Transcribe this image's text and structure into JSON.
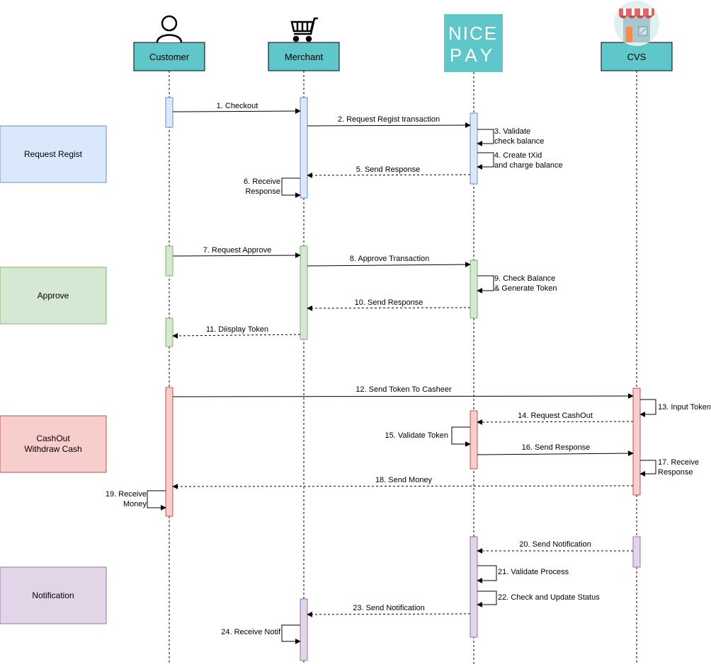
{
  "participants": {
    "customer": "Customer",
    "merchant": "Merchant",
    "nicepay_logo_line1": "NICE",
    "nicepay_logo_line2": "PAY",
    "cvs": "CVS"
  },
  "phases": {
    "request_regist": "Request Regist",
    "approve": "Approve",
    "cashout_line1": "CashOut",
    "cashout_line2": "Withdraw Cash",
    "notification": "Notification"
  },
  "messages": {
    "m1": "1. Checkout",
    "m2": "2. Request Regist transaction",
    "m3a": "3. Validate",
    "m3b": "check balance",
    "m4a": "4. Create tXid",
    "m4b": "and charge balance",
    "m5": "5. Send Response",
    "m6a": "6. Receive",
    "m6b": "Response",
    "m7": "7. Request Approve",
    "m8": "8. Approve Transaction",
    "m9a": "9. Check Balance",
    "m9b": "& Generate Token",
    "m10": "10. Send Response",
    "m11": "11. Diisplay Token",
    "m12": "12. Send Token To Casheer",
    "m13": "13. Input Token",
    "m14": "14. Request CashOut",
    "m15": "15. Validate Token",
    "m16": "16. Send Response",
    "m17a": "17. Receive",
    "m17b": "Response",
    "m18": "18. Send Money",
    "m19a": "19. Receive",
    "m19b": "Money",
    "m20": "20. Send Notification",
    "m21": "21. Validate Process",
    "m22": "22. Check and Update Status",
    "m23": "23. Send Notification",
    "m24": "24. Receive Notif"
  },
  "colors": {
    "participant_fill": "#5fc7c9",
    "phase_blue": "#dae8fc",
    "phase_blue_border": "#6c8ebf",
    "phase_green": "#d5e8d4",
    "phase_green_border": "#82b366",
    "phase_red": "#f8cecc",
    "phase_red_border": "#b85450",
    "phase_purple": "#e1d5e7",
    "phase_purple_border": "#9673a6"
  },
  "icons": {
    "customer": "user-icon",
    "merchant": "shopping-cart-icon",
    "cvs": "storefront-icon"
  }
}
